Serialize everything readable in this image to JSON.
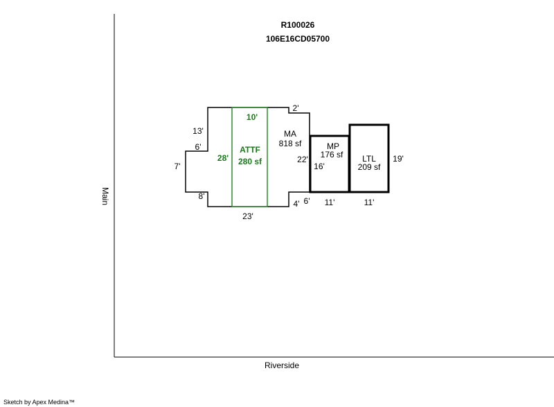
{
  "header": {
    "parcel_id": "R100026",
    "map_number": "106E16CD05700"
  },
  "axes": {
    "left_label": "Main",
    "bottom_label": "Riverside"
  },
  "footer": {
    "credit": "Sketch by Apex Medina™"
  },
  "colors": {
    "outline": "#000000",
    "attached_area": "#2e8b2e",
    "attached_text": "#1a7a1a",
    "background": "#ffffff"
  },
  "areas": {
    "ma": {
      "code": "MA",
      "area": "818 sf"
    },
    "attf": {
      "code": "ATTF",
      "area": "280 sf",
      "width": "10'",
      "depth": "28'"
    },
    "mp": {
      "code": "MP",
      "area": "176 sf"
    },
    "ltl": {
      "code": "LTL",
      "area": "209 sf"
    }
  },
  "dimensions": {
    "top_jog": "2'",
    "upper_left": "13'",
    "bump_top": "6'",
    "bump_depth": "7'",
    "lower_left": "8'",
    "bottom": "23'",
    "bottom_jog": "4'",
    "ma_right": "22'",
    "mp_left": "16'",
    "mp_bottom_jog": "6'",
    "mp_width": "11'",
    "ltl_width": "11'",
    "ltl_height": "19'"
  }
}
